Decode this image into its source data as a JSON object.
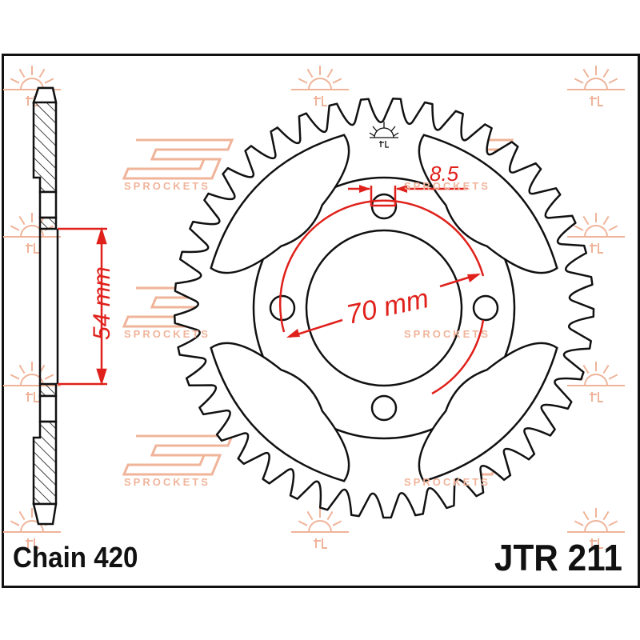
{
  "chain_label": "Chain 420",
  "part_number": "JTR 211",
  "dimensions": {
    "offset": "54 mm",
    "bolt_circle": "70 mm",
    "bolt_hole": "8.5"
  },
  "watermark": {
    "brand": "jt",
    "text": "SPROCKETS"
  },
  "sprocket": {
    "teeth": 41,
    "bolt_holes": 4,
    "lightening_holes": 4
  },
  "colors": {
    "outline": "#111111",
    "dimension": "#e0201b",
    "watermark": "#f0b49a"
  }
}
